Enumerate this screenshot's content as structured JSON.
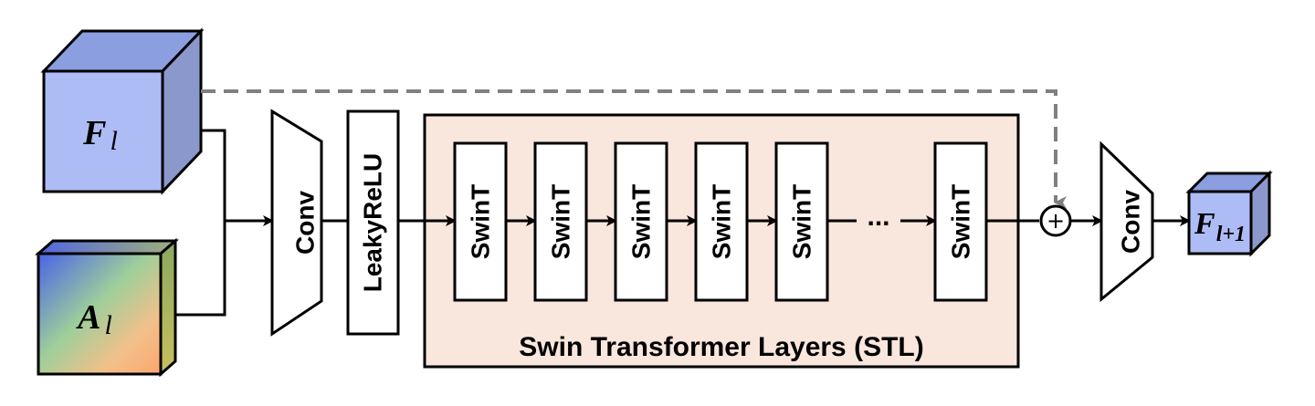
{
  "inputs": {
    "feature": {
      "symbol": "F",
      "subscript": "l"
    },
    "attention": {
      "symbol": "A",
      "subscript": "l"
    }
  },
  "output": {
    "symbol": "F",
    "subscript": "l+1"
  },
  "blocks": {
    "conv1": "Conv",
    "activation": "LeakyReLU",
    "conv2": "Conv"
  },
  "stl": {
    "title": "Swin Transformer Layers (STL)",
    "layers": [
      "SwinT",
      "SwinT",
      "SwinT",
      "SwinT",
      "SwinT",
      "SwinT"
    ],
    "ellipsis": "..."
  },
  "operators": {
    "add": "+"
  },
  "colors": {
    "feature_cube": "#aebcf5",
    "stl_panel": "#f9e6dc",
    "skip_line": "#808080",
    "stroke": "#000000"
  }
}
